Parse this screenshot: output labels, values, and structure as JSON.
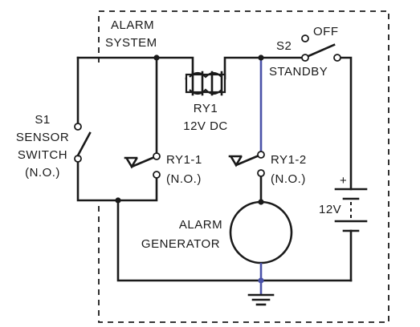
{
  "labels": {
    "alarm_system": [
      "ALARM",
      "SYSTEM"
    ],
    "s1": [
      "S1",
      "SENSOR",
      "SWITCH",
      "(N.O.)"
    ],
    "s2": "S2",
    "off": "OFF",
    "standby": "STANDBY",
    "ry1": [
      "RY1",
      "12V DC"
    ],
    "ry1_1": [
      "RY1-1",
      "(N.O.)"
    ],
    "ry1_2": [
      "RY1-2",
      "(N.O.)"
    ],
    "battery_plus": "+",
    "battery_voltage": "12V",
    "alarm_generator": [
      "ALARM",
      "GENERATOR"
    ]
  },
  "colors": {
    "ink": "#1a1a1a",
    "accent_wire": "#4a52a8",
    "background": "#ffffff"
  }
}
